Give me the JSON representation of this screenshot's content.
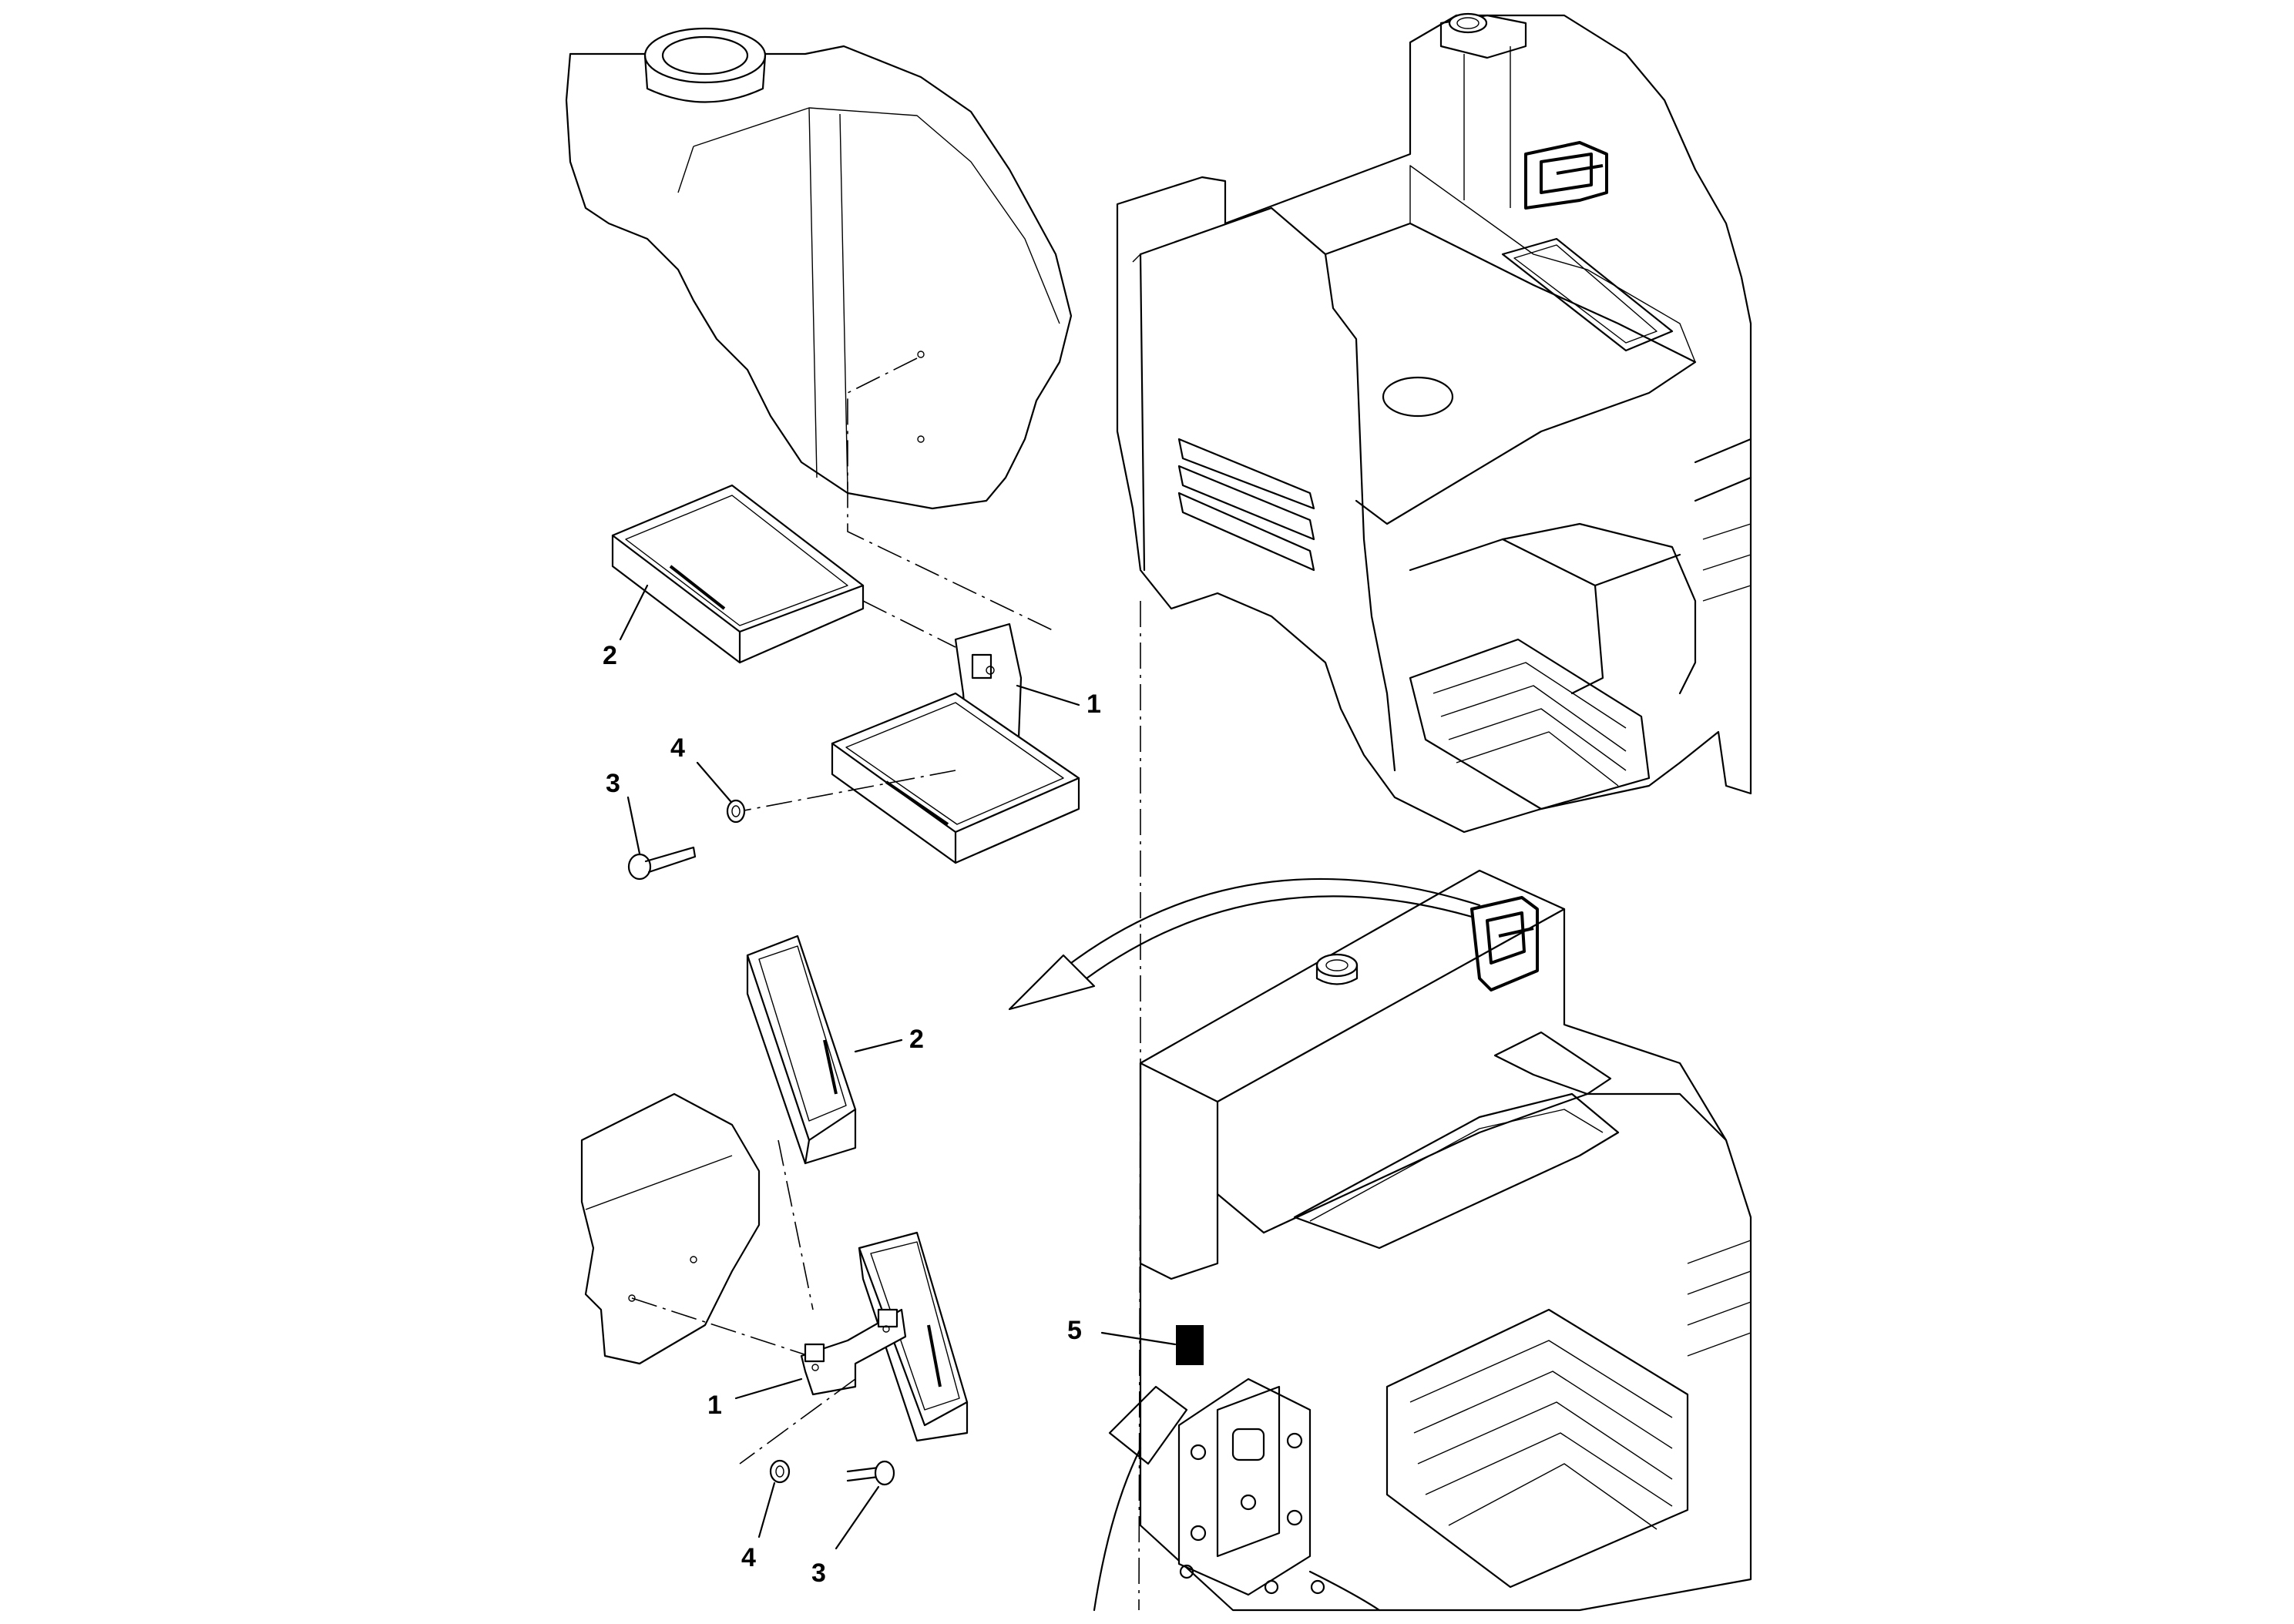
{
  "diagram": {
    "callouts": {
      "top_decal": "1",
      "top_box_lid": "2",
      "top_screw": "3",
      "top_washer": "4",
      "bottom_decal": "1",
      "bottom_box_lid": "2",
      "bottom_screw": "3",
      "bottom_washer": "4",
      "label_plate": "5"
    }
  }
}
